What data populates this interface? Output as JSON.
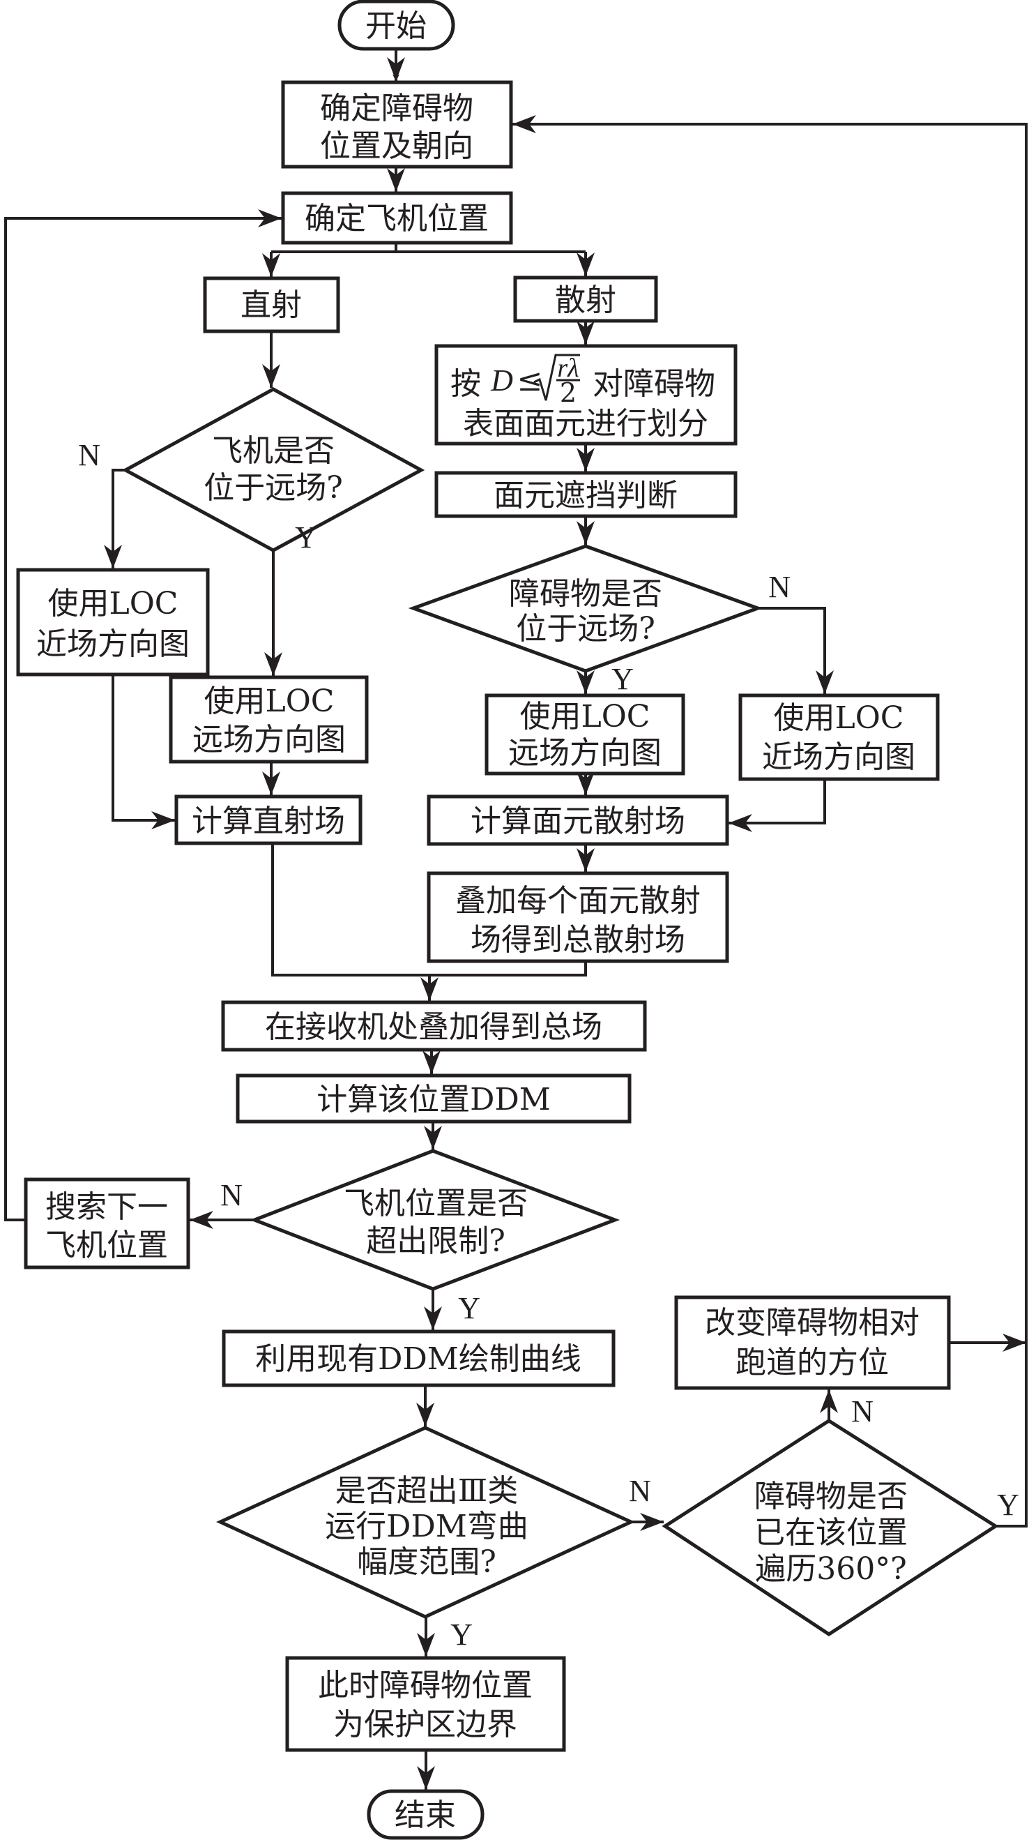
{
  "title": "障碍物保护区边界计算流程图",
  "colors": {
    "line": "#231f20",
    "background": "#ffffff"
  },
  "nodes": {
    "start": {
      "shape": "terminal",
      "lines": [
        "开始"
      ]
    },
    "determine_obstacle": {
      "shape": "process",
      "lines": [
        "确定障碍物",
        "位置及朝向"
      ]
    },
    "determine_aircraft": {
      "shape": "process",
      "lines": [
        "确定飞机位置"
      ]
    },
    "direct": {
      "shape": "process",
      "lines": [
        "直射"
      ]
    },
    "scatter": {
      "shape": "process",
      "lines": [
        "散射"
      ]
    },
    "aircraft_far_field": {
      "shape": "decision",
      "lines": [
        "飞机是否",
        "位于远场?"
      ]
    },
    "divide_facets": {
      "shape": "process",
      "lines": [
        "按D≤√(rλ/2)对障碍物",
        "表面面元进行划分"
      ],
      "formula": {
        "prefix": "按",
        "lhs": "D",
        "op": "≤",
        "numerator": "rλ",
        "denominator": "2",
        "suffix": "对障碍物"
      }
    },
    "facet_occlusion": {
      "shape": "process",
      "lines": [
        "面元遮挡判断"
      ]
    },
    "direct_near_pattern": {
      "shape": "process",
      "lines": [
        "使用LOC",
        "近场方向图"
      ]
    },
    "direct_far_pattern": {
      "shape": "process",
      "lines": [
        "使用LOC",
        "远场方向图"
      ]
    },
    "obstacle_far_field": {
      "shape": "decision",
      "lines": [
        "障碍物是否",
        "位于远场?"
      ]
    },
    "scatter_far_pattern": {
      "shape": "process",
      "lines": [
        "使用LOC",
        "远场方向图"
      ]
    },
    "scatter_near_pattern": {
      "shape": "process",
      "lines": [
        "使用LOC",
        "近场方向图"
      ]
    },
    "compute_direct": {
      "shape": "process",
      "lines": [
        "计算直射场"
      ]
    },
    "compute_facet_scatter": {
      "shape": "process",
      "lines": [
        "计算面元散射场"
      ]
    },
    "sum_scatter": {
      "shape": "process",
      "lines": [
        "叠加每个面元散射",
        "场得到总散射场"
      ]
    },
    "total_field": {
      "shape": "process",
      "lines": [
        "在接收机处叠加得到总场"
      ]
    },
    "compute_ddm": {
      "shape": "process",
      "lines": [
        "计算该位置DDM"
      ]
    },
    "aircraft_limit": {
      "shape": "decision",
      "lines": [
        "飞机位置是否",
        "超出限制?"
      ]
    },
    "next_aircraft": {
      "shape": "process",
      "lines": [
        "搜索下一",
        "飞机位置"
      ]
    },
    "plot_ddm": {
      "shape": "process",
      "lines": [
        "利用现有DDM绘制曲线"
      ]
    },
    "exceed_cat3": {
      "shape": "decision",
      "lines": [
        "是否超出Ⅲ类",
        "运行DDM弯曲",
        "幅度范围?"
      ]
    },
    "traversed_360": {
      "shape": "decision",
      "lines": [
        "障碍物是否",
        "已在该位置",
        "遍历360°?"
      ]
    },
    "change_azimuth": {
      "shape": "process",
      "lines": [
        "改变障碍物相对",
        "跑道的方位"
      ]
    },
    "boundary": {
      "shape": "process",
      "lines": [
        "此时障碍物位置",
        "为保护区边界"
      ]
    },
    "end": {
      "shape": "terminal",
      "lines": [
        "结束"
      ]
    }
  },
  "branch_labels": {
    "aircraft_far_field_no": "N",
    "aircraft_far_field_yes": "Y",
    "obstacle_far_field_no": "N",
    "obstacle_far_field_yes": "Y",
    "aircraft_limit_no": "N",
    "aircraft_limit_yes": "Y",
    "exceed_cat3_no": "N",
    "exceed_cat3_yes": "Y",
    "traversed_360_no": "N",
    "traversed_360_yes": "Y"
  }
}
